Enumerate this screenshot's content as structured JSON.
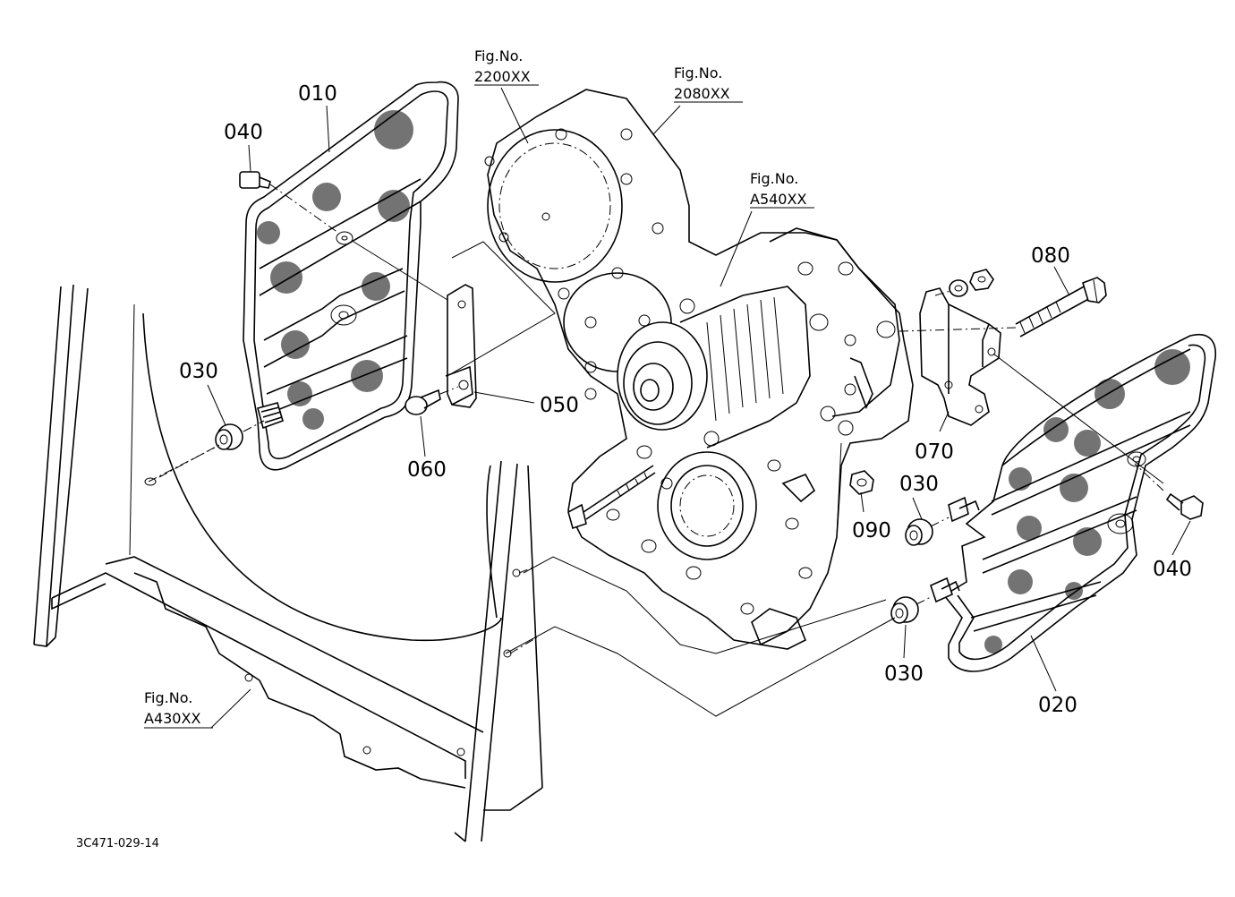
{
  "drawing_id": "3C471-029-14",
  "part_callouts": {
    "c010": "010",
    "c020": "020",
    "c030a": "030",
    "c030b": "030",
    "c030c": "030",
    "c040a": "040",
    "c040b": "040",
    "c050": "050",
    "c060": "060",
    "c070": "070",
    "c080": "080",
    "c090": "090"
  },
  "figure_refs": [
    {
      "label": "Fig.No.",
      "number": "2200XX"
    },
    {
      "label": "Fig.No.",
      "number": "2080XX"
    },
    {
      "label": "Fig.No.",
      "number": "A540XX"
    },
    {
      "label": "Fig.No.",
      "number": "A430XX"
    }
  ]
}
